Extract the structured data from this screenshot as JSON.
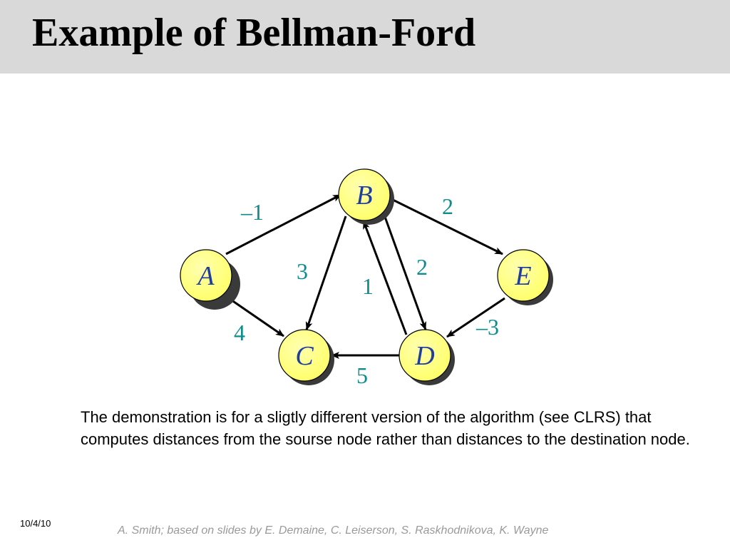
{
  "slide": {
    "title": "Example of Bellman-Ford",
    "note": "The demonstration is for a sligtly different version of the algorithm (see CLRS) that computes distances from the sourse node rather than distances to the destination node.",
    "date": "10/4/10",
    "credit": "A. Smith; based on slides by E. Demaine, C. Leiserson, S. Raskhodnikova, K. Wayne"
  },
  "graph": {
    "colors": {
      "node_fill": "#ffff66",
      "node_text": "#1f3f9a",
      "edge_weight": "#0f8c8c"
    },
    "nodes": [
      {
        "id": "A",
        "label": "A"
      },
      {
        "id": "B",
        "label": "B"
      },
      {
        "id": "C",
        "label": "C"
      },
      {
        "id": "D",
        "label": "D"
      },
      {
        "id": "E",
        "label": "E"
      }
    ],
    "edges": [
      {
        "from": "A",
        "to": "B",
        "weight": "–1"
      },
      {
        "from": "A",
        "to": "C",
        "weight": "4"
      },
      {
        "from": "B",
        "to": "C",
        "weight": "3"
      },
      {
        "from": "B",
        "to": "D",
        "weight": "2"
      },
      {
        "from": "B",
        "to": "E",
        "weight": "2"
      },
      {
        "from": "D",
        "to": "B",
        "weight": "1"
      },
      {
        "from": "D",
        "to": "C",
        "weight": "5"
      },
      {
        "from": "E",
        "to": "D",
        "weight": "–3"
      }
    ]
  }
}
